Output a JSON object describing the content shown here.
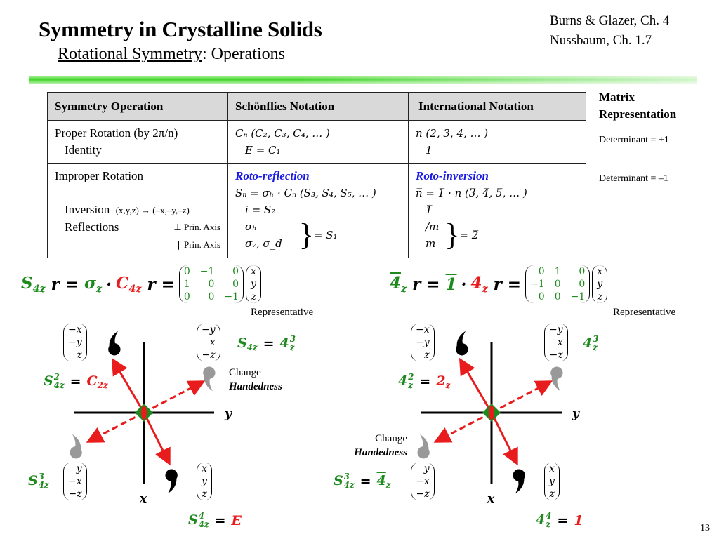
{
  "header": {
    "title": "Symmetry in Crystalline Solids",
    "subtitle_underlined": "Rotational Symmetry",
    "subtitle_rest": ": Operations",
    "ref1": "Burns & Glazer, Ch. 4",
    "ref2": "Nussbaum, Ch. 1.7"
  },
  "table": {
    "headers": [
      "Symmetry Operation",
      "Schönflies Notation",
      "International Notation"
    ],
    "proper": {
      "op": "Proper Rotation (by 2π/n)",
      "identity": "Identity",
      "sch1": "Cₙ  (C₂, C₃, C₄, … )",
      "sch2": "E = C₁",
      "int1": "n  (2, 3, 4, … )",
      "int2": "1"
    },
    "improper": {
      "op": "Improper Rotation",
      "inversion": "Inversion",
      "inv_map": "(x,y,z) → (–x,–y,–z)",
      "reflections": "Reflections",
      "perp": "⊥ Prin. Axis",
      "para": "∥ Prin. Axis",
      "sch_title": "Roto-reflection",
      "sch1": "Sₙ = σₕ · Cₙ  (S₃, S₄, S₅, … )",
      "sch2": "i = S₂",
      "sch3": "σₕ",
      "sch4": "σᵥ, σ_d",
      "sch_eq": "= S₁",
      "int_title": "Roto-inversion",
      "int1": "n̅ = 1̅ · n  (3̅, 4̅, 5̅, … )",
      "int2": "1̅",
      "int3": "/m",
      "int4": "m",
      "int_eq": "= 2̅"
    }
  },
  "matrix_rep": {
    "label1": "Matrix",
    "label2": "Representation",
    "det_pos": "Determinant = +1",
    "det_neg": "Determinant = –1"
  },
  "eq_left": {
    "s": "S",
    "s_sub": "4z",
    "r1": "r =",
    "sigma": "σ",
    "sigma_sub": "z",
    "dot": "·",
    "c": "C",
    "c_sub": "4z",
    "r2": "r =",
    "matrix": [
      "0",
      "−1",
      "0",
      "1",
      "0",
      "0",
      "0",
      "0",
      "−1"
    ],
    "vector": [
      "x",
      "y",
      "z"
    ],
    "note": "Representative"
  },
  "eq_right": {
    "a": "4",
    "a_sub": "z",
    "r1": "r =",
    "one": "1",
    "dot": "·",
    "four": "4",
    "four_sub": "z",
    "r2": "r =",
    "matrix": [
      "0",
      "1",
      "0",
      "−1",
      "0",
      "0",
      "0",
      "0",
      "−1"
    ],
    "vector": [
      "x",
      "y",
      "z"
    ],
    "note": "Representative"
  },
  "diagram_left": {
    "v_tl": [
      "−x",
      "−y",
      "z"
    ],
    "v_tr": [
      "−y",
      "x",
      "−z"
    ],
    "v_bl": [
      "y",
      "−x",
      "−z"
    ],
    "v_br": [
      "x",
      "y",
      "z"
    ],
    "tr": {
      "a": "S",
      "a_sub": "4z",
      "eq": "=",
      "b": "4",
      "b_sup": "3",
      "b_sub": "z"
    },
    "tl": {
      "a": "S",
      "a_sup": "2",
      "a_sub": "4z",
      "eq": "=",
      "b": "C",
      "b_sub": "2z"
    },
    "bl": {
      "a": "S",
      "a_sup": "3",
      "a_sub": "4z"
    },
    "br": {
      "a": "S",
      "a_sup": "4",
      "a_sub": "4z",
      "eq": "=",
      "b": "E"
    },
    "change": "Change",
    "handedness": "Handedness",
    "x": "x",
    "y": "y"
  },
  "diagram_right": {
    "v_tl": [
      "−x",
      "−y",
      "z"
    ],
    "v_tr": [
      "−y",
      "x",
      "−z"
    ],
    "v_bl": [
      "y",
      "−x",
      "−z"
    ],
    "v_br": [
      "x",
      "y",
      "z"
    ],
    "tr": {
      "a": "4",
      "a_sup": "3",
      "a_sub": "z"
    },
    "tl": {
      "a": "4",
      "a_sup": "2",
      "a_sub": "z",
      "eq": "=",
      "b": "2",
      "b_sub": "z"
    },
    "bl": {
      "a": "S",
      "a_sup": "3",
      "a_sub": "4z",
      "eq": "=",
      "b": "4",
      "b_sub": "z"
    },
    "br": {
      "a": "4",
      "a_sup": "4",
      "a_sub": "z",
      "eq": "=",
      "b": "1"
    },
    "change": "Change",
    "handedness": "Handedness",
    "x": "x",
    "y": "y"
  },
  "colors": {
    "green": "#1e8a1e",
    "red": "#e81c1c",
    "blue": "#1a1ae6",
    "header_gray": "#d9d9d9"
  },
  "page_number": "13"
}
